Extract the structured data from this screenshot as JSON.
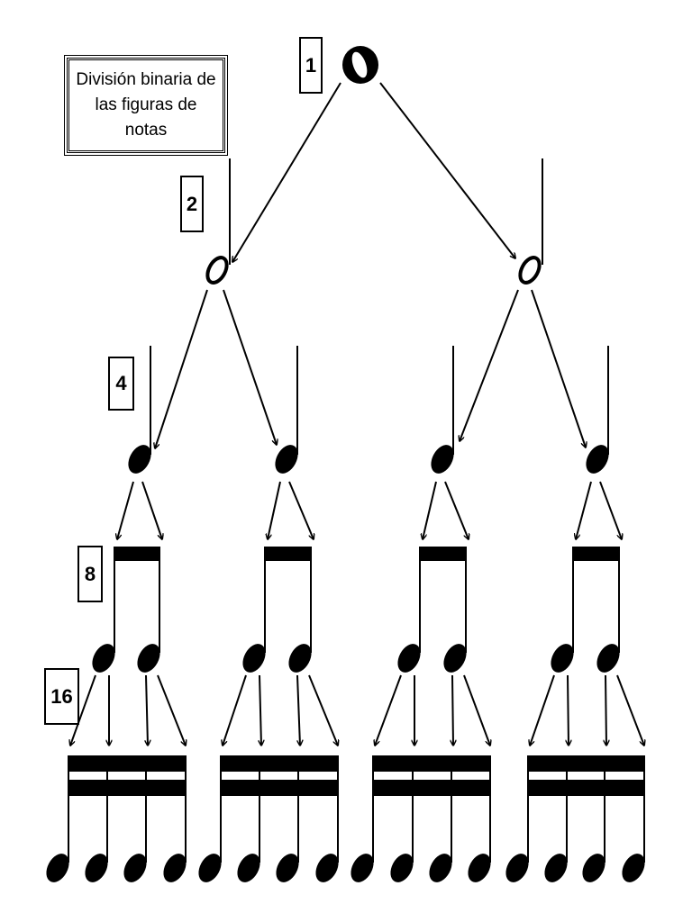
{
  "title": "División binaria de las figuras de notas",
  "levels": [
    {
      "count": "1",
      "figure": "whole-note"
    },
    {
      "count": "2",
      "figure": "half-note"
    },
    {
      "count": "4",
      "figure": "quarter-note"
    },
    {
      "count": "8",
      "figure": "eighth-note"
    },
    {
      "count": "16",
      "figure": "sixteenth-note"
    }
  ],
  "colors": {
    "ink": "#000000",
    "background": "#ffffff"
  }
}
